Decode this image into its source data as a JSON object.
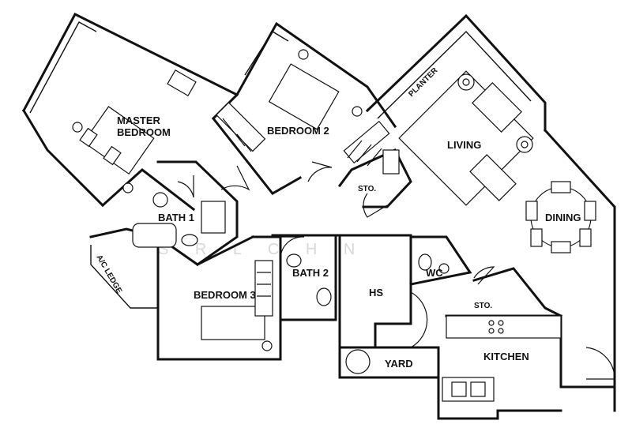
{
  "rooms": {
    "master_bedroom_line1": "MASTER",
    "master_bedroom_line2": "BEDROOM",
    "bedroom2": "BEDROOM 2",
    "living": "LIVING",
    "dining": "DINING",
    "bath1": "BATH 1",
    "bath2": "BATH 2",
    "bedroom3": "BEDROOM 3",
    "hs": "HS",
    "wc": "WC",
    "yard": "YARD",
    "kitchen": "KITCHEN"
  },
  "labels": {
    "planter": "PLANTER",
    "sto_upper": "STO.",
    "sto_lower": "STO.",
    "ac_ledge": "A/C LEDGE"
  },
  "watermark": "S R L C H N"
}
